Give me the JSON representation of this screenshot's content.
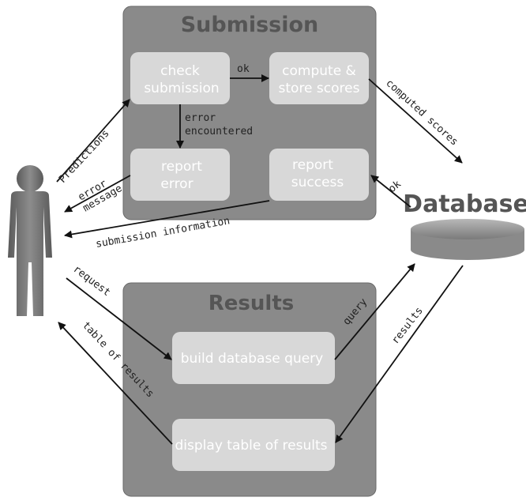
{
  "panels": {
    "submission_title": "Submission",
    "results_title": "Results"
  },
  "boxes": {
    "check_submission": [
      "check",
      "submission"
    ],
    "compute_scores": [
      "compute &",
      "store scores"
    ],
    "report_error": [
      "report",
      "error"
    ],
    "report_success": [
      "report",
      "success"
    ],
    "build_query": [
      "build database query"
    ],
    "display_table": [
      "display table of results"
    ]
  },
  "database": {
    "label": "Database"
  },
  "edges": {
    "predictions": "Predictions",
    "ok_compute": "ok",
    "error_encountered": [
      "error",
      "encountered"
    ],
    "computed_scores": "computed scores",
    "ok_success": "ok",
    "error_message": [
      "error",
      "message"
    ],
    "submission_information": "submission information",
    "request": "request",
    "query": "query",
    "results": "results",
    "table_of_results": "table of results"
  },
  "colors": {
    "panel": "#8a8a8a",
    "box": "#d8d8d8",
    "box_text": "#ffffff",
    "person": "#7a7a7a",
    "database": "#a0a0a0"
  }
}
